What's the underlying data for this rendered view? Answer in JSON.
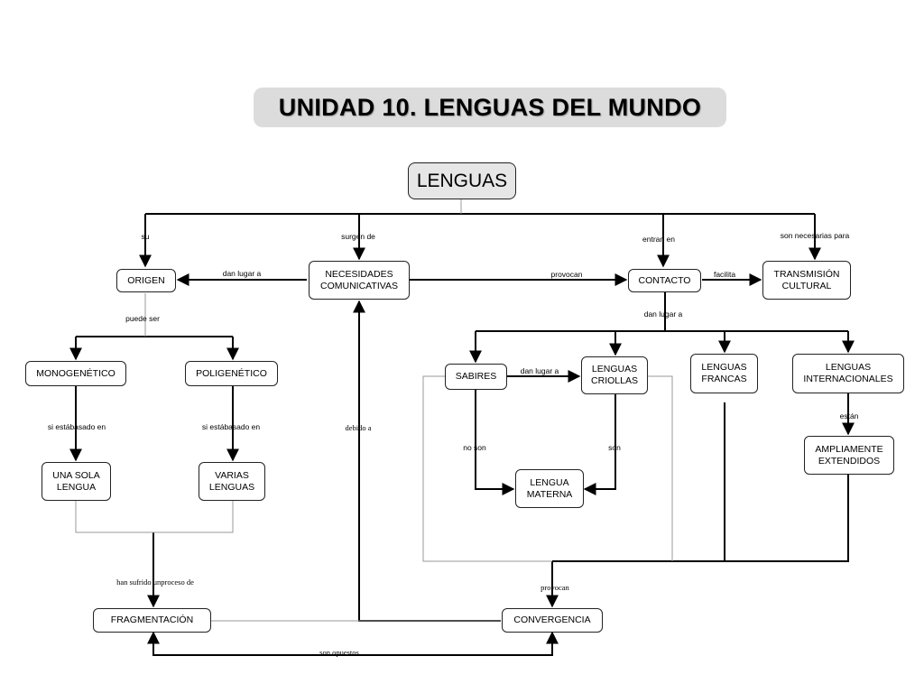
{
  "title": "UNIDAD 10. LENGUAS DEL MUNDO",
  "nodes": {
    "lenguas": "LENGUAS",
    "origen": "ORIGEN",
    "necesidades": "NECESIDADES\nCOMUNICATIVAS",
    "contacto": "CONTACTO",
    "transmision": "TRANSMISIÓN\nCULTURAL",
    "monogenetico": "MONOGENÉTICO",
    "poligenetico": "POLIGENÉTICO",
    "sabires": "SABIRES",
    "criollas": "LENGUAS\nCRIOLLAS",
    "francas": "LENGUAS\nFRANCAS",
    "internacionales": "LENGUAS\nINTERNACIONALES",
    "una_sola": "UNA SOLA\nLENGUA",
    "varias": "VARIAS\nLENGUAS",
    "materna": "LENGUA\nMATERNA",
    "ampliamente": "AMPLIAMENTE\nEXTENDIDOS",
    "fragmentacion": "FRAGMENTACIÓN",
    "convergencia": "CONVERGENCIA"
  },
  "labels": {
    "su": "su",
    "surgen_de": "surgen de",
    "entran_en": "entran en",
    "son_necesarias_para": "son necesarias para",
    "dan_lugar_a_origen": "dan  lugar a",
    "provocan_top": "provocan",
    "facilita": "facilita",
    "puede_ser": "puede ser",
    "dan_lugar_a_contacto": "dan lugar a",
    "dan_lugar_a_sabires": "dan lugar a",
    "si_esta_1": "si está\nbasado en",
    "si_esta_2": "si está\nbasado en",
    "debido_a": "debido a",
    "no_son": "no son",
    "son": "son",
    "estan": "están",
    "han_sufrido": "han sufrido un\nproceso de",
    "provocan_bottom": "provocan",
    "son_opuestos": "son opuestos"
  }
}
